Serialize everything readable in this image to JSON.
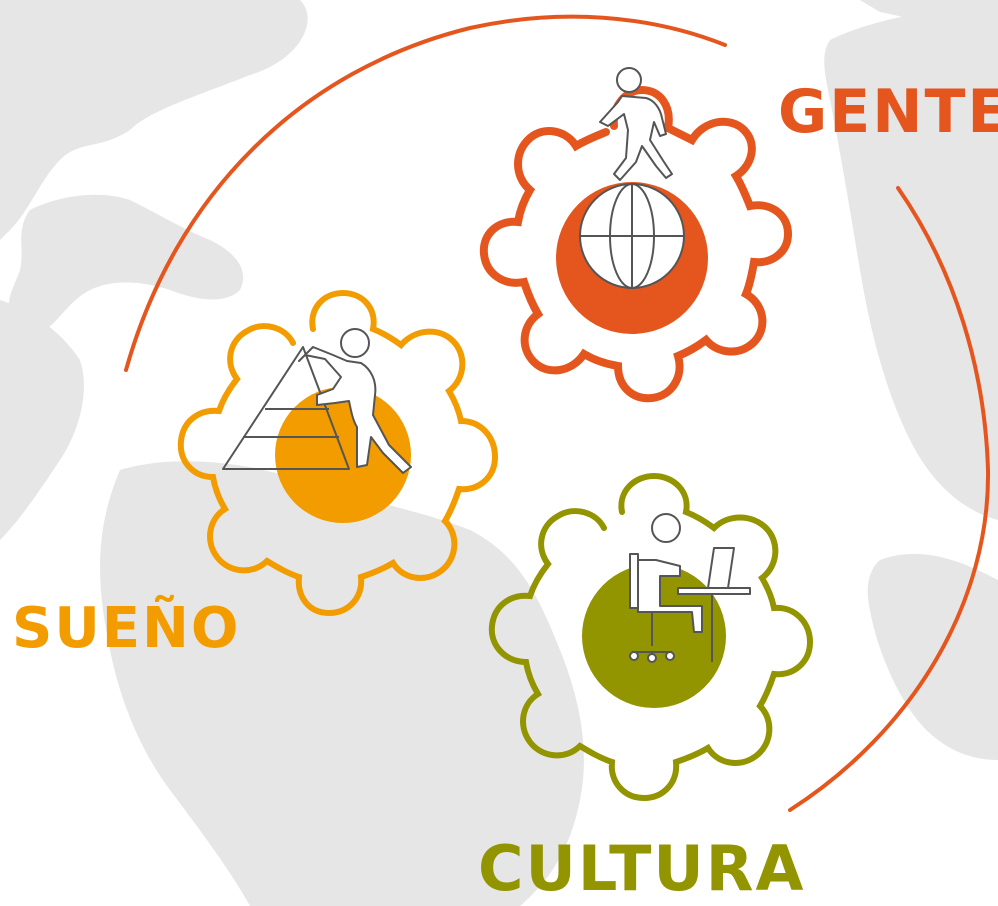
{
  "colors": {
    "background": "#ffffff",
    "map_land": "#e6e6e6",
    "gente": "#e5561e",
    "sueno": "#f29c00",
    "cultura": "#929400",
    "arc": "#e5561e",
    "figure_stroke": "#555555",
    "figure_fill": "#ffffff"
  },
  "labels": {
    "gente": "GENTE",
    "sueno": "SUEÑO",
    "cultura": "CULTURA"
  },
  "icons": {
    "gente": "person-walking-on-globe-icon",
    "sueno": "person-climbing-pyramid-icon",
    "cultura": "person-at-desk-with-laptop-icon"
  }
}
